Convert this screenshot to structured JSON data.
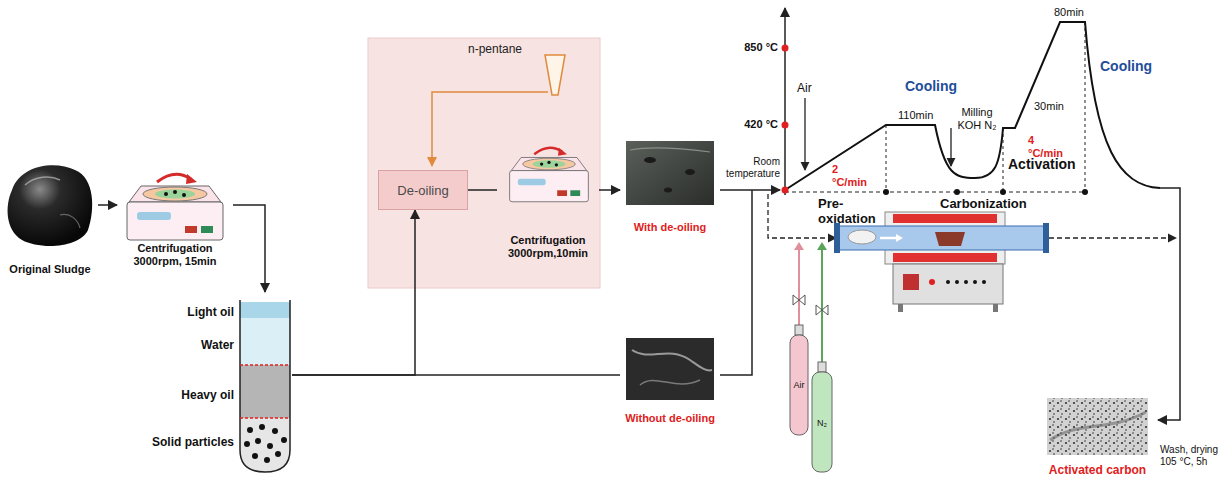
{
  "diagram": {
    "nodes": [
      {
        "text": [
          "Original Sludge"
        ]
      },
      {
        "text": [
          "Centrifugation 3000rpm, 15min"
        ]
      },
      {
        "text": [
          "Light oil",
          "Water",
          "Heavy oil",
          "Solid particles"
        ]
      },
      {
        "text": [
          "n-pentane"
        ]
      },
      {
        "text": [
          "De-oiling"
        ],
        "in": 3
      },
      {
        "text": [
          "Centrifugation 3000rpm,10min"
        ],
        "in": 3
      },
      {
        "text": [
          "With de-oiling"
        ]
      },
      {
        "text": [
          "Without de-oiling"
        ]
      },
      {
        "text": [
          "Activated carbon"
        ]
      }
    ],
    "edges": [
      {
        "from": 0,
        "to": 1,
        "arrow": "to"
      },
      {
        "from": 1,
        "to": 2,
        "arrow": "to"
      },
      {
        "from": 2,
        "to": 4,
        "arrow": "to"
      },
      {
        "from": 4,
        "to": 5,
        "arrow": "none"
      },
      {
        "from": 5,
        "to": 6,
        "arrow": "to"
      },
      {
        "from": 2,
        "to": 7,
        "arrow": "none"
      }
    ],
    "labels": [
      "Room temperature",
      "850 °C",
      "420 °C",
      "Air",
      "2 °C/min",
      "110min",
      "Cooling",
      "Milling KOH N₂",
      "30min",
      "4 °C/min",
      "Activation",
      "80min",
      "Cooling",
      "Pre-oxidation",
      "Carbonization",
      "Air",
      "N₂",
      "Wash, drying 105 °C, 5h"
    ]
  }
}
